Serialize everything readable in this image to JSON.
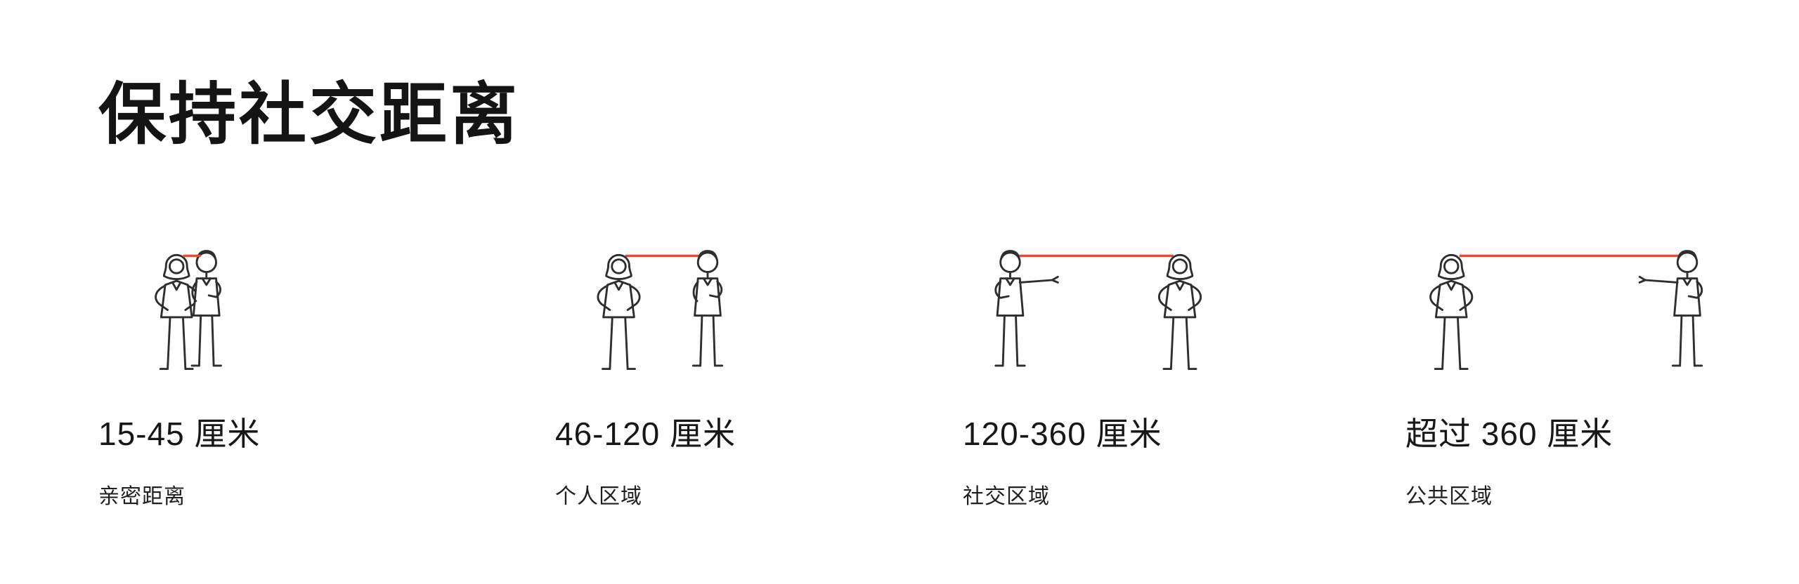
{
  "page": {
    "title": "保持社交距离",
    "accent_color": "#e84c2d",
    "figure_line_color": "#2e2e2e",
    "background_color": "#ffffff"
  },
  "zones": [
    {
      "distance": "15-45 厘米",
      "label": "亲密距离",
      "illustration": "two-people-standing-very-close-icon"
    },
    {
      "distance": "46-120 厘米",
      "label": "个人区域",
      "illustration": "two-people-short-distance-icon"
    },
    {
      "distance": "120-360 厘米",
      "label": "社交区域",
      "illustration": "two-people-medium-distance-icon"
    },
    {
      "distance": "超过 360 厘米",
      "label": "公共区域",
      "illustration": "two-people-far-apart-icon"
    }
  ]
}
